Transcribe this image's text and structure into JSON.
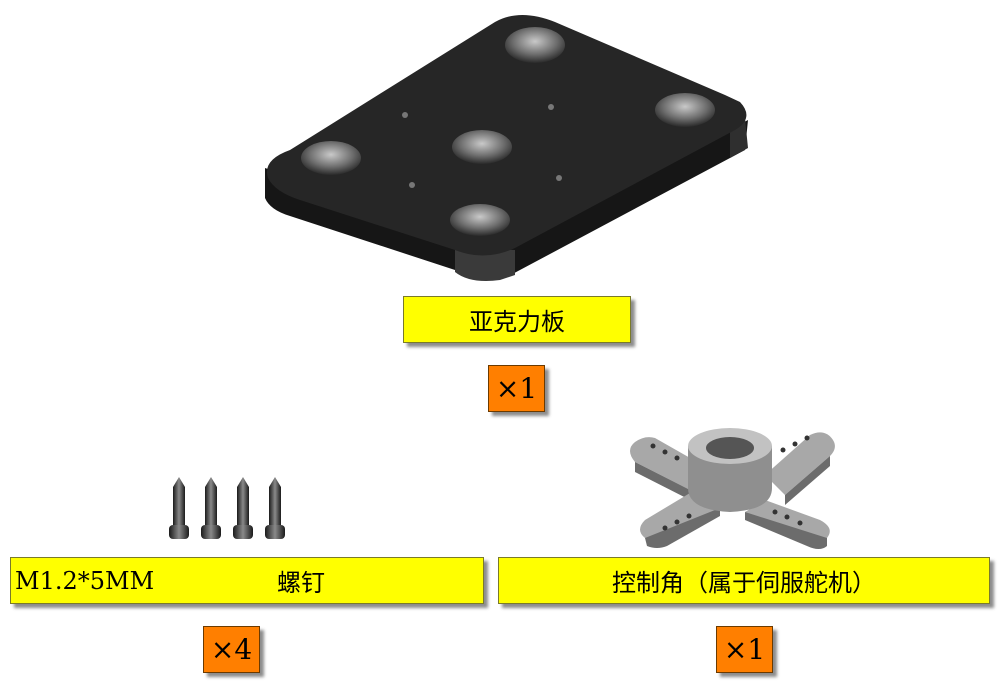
{
  "acrylic_plate": {
    "label": "亚克力板",
    "quantity": "×1"
  },
  "screws": {
    "spec": "M1.2*5MM",
    "label": "螺钉",
    "quantity": "×4"
  },
  "servo_horn": {
    "label": "控制角（属于伺服舵机）",
    "quantity": "×1"
  },
  "colors": {
    "label_bg": "#ffff00",
    "quantity_bg": "#ff7f00"
  }
}
